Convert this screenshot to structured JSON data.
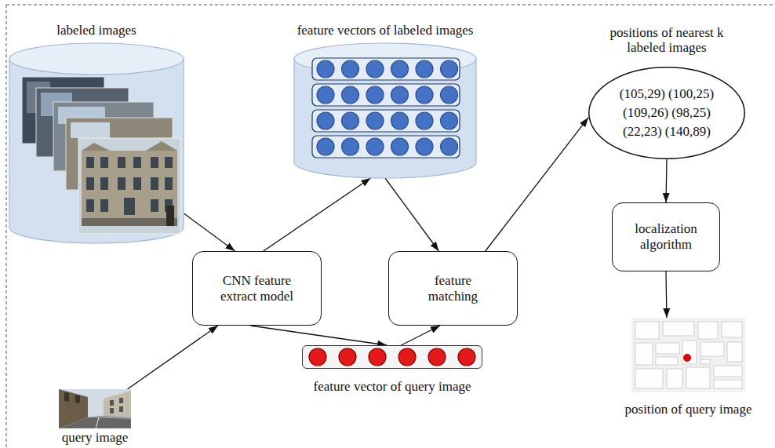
{
  "diagram": {
    "nodes": [
      {
        "text": [
          "labeled images"
        ]
      },
      {
        "text": [
          "feature vectors of labeled images"
        ]
      },
      {
        "text": [
          "positions of nearest k labeled images",
          "(105,29) (100,25) (109,26) (98,25) (22,23) (140,89)"
        ]
      },
      {
        "text": [
          "localization algorithm"
        ]
      },
      {
        "text": [
          "CNN feature extract model"
        ]
      },
      {
        "text": [
          "feature matching"
        ]
      },
      {
        "text": [
          "position of query image"
        ]
      },
      {
        "text": [
          "query image"
        ]
      },
      {
        "text": [
          "feature vector of query image"
        ]
      }
    ],
    "edges": [
      {
        "from": 0,
        "to": 4,
        "arrow": "to"
      },
      {
        "from": 4,
        "to": 1,
        "arrow": "to"
      },
      {
        "from": 1,
        "to": 5,
        "arrow": "to"
      },
      {
        "from": 7,
        "to": 4,
        "arrow": "to"
      },
      {
        "from": 4,
        "to": 8,
        "arrow": "to"
      },
      {
        "from": 8,
        "to": 5,
        "arrow": "to"
      },
      {
        "from": 5,
        "to": 2,
        "arrow": "to"
      },
      {
        "from": 2,
        "to": 3,
        "arrow": "to"
      },
      {
        "from": 3,
        "to": 6,
        "arrow": "to"
      }
    ]
  }
}
